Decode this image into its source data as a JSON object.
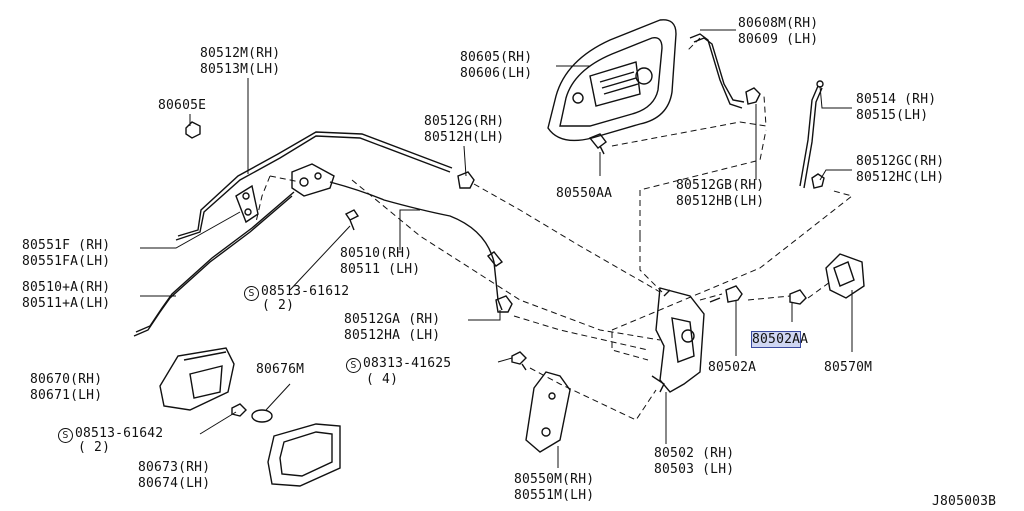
{
  "diagram_code": "J805003B",
  "highlight_color": "#cfd6f2",
  "labels": {
    "p80608m": "80608M(RH)",
    "p80609": "80609 (LH)",
    "p80605": "80605(RH)",
    "p80606": "80606(LH)",
    "p80512m": "80512M(RH)",
    "p80513m": "80513M(LH)",
    "p80605e": "80605E",
    "p80514": "80514 (RH)",
    "p80515": "80515(LH)",
    "p80512g": "80512G(RH)",
    "p80512h": "80512H(LH)",
    "p80550aa": "80550AA",
    "p80512gc": "80512GC(RH)",
    "p80512hc": "80512HC(LH)",
    "p80512gb": "80512GB(RH)",
    "p80512hb": "80512HB(LH)",
    "p80551f": "80551F (RH)",
    "p80551fa": "80551FA(LH)",
    "p80510": "80510(RH)",
    "p80511": "80511 (LH)",
    "p80510a": "80510+A(RH)",
    "p80511a": "80511+A(LH)",
    "s08513_61612": "08513-61612",
    "s08513_61612_qty": "( 2)",
    "p80512ga": "80512GA (RH)",
    "p80512ha": "80512HA (LH)",
    "p80502aa": "80502A",
    "p80502aa_suffix": "A",
    "p80502a": "80502A",
    "p80570m": "80570M",
    "p80670": "80670(RH)",
    "p80671": "80671(LH)",
    "p80676m": "80676M",
    "s08313_41625": "08313-41625",
    "s08313_41625_qty": "( 4)",
    "s08513_61642": "08513-61642",
    "s08513_61642_qty": "( 2)",
    "p80673": "80673(RH)",
    "p80674": "80674(LH)",
    "p80550m": "80550M(RH)",
    "p80551m": "80551M(LH)",
    "p80502": "80502 (RH)",
    "p80503": "80503 (LH)",
    "s_symbol": "S"
  }
}
